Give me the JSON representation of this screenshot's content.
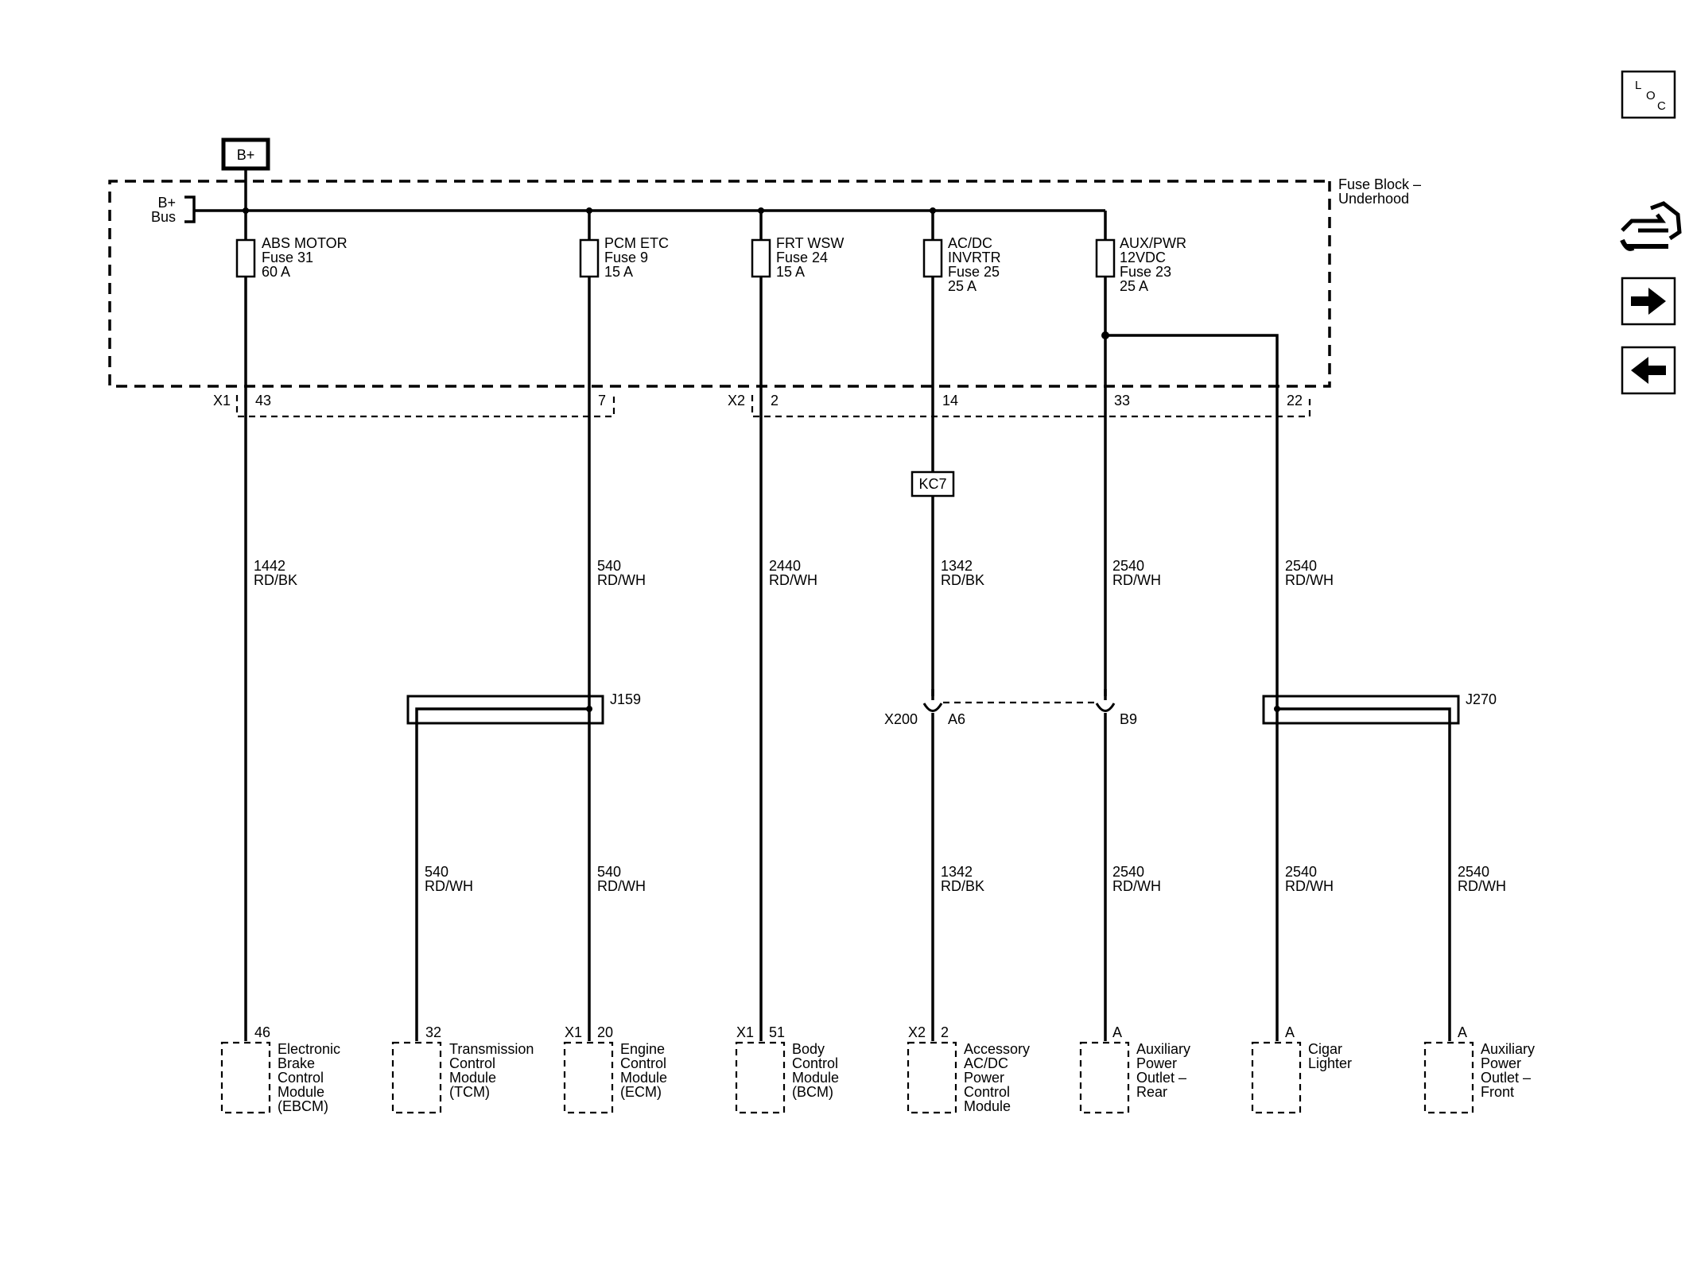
{
  "source": {
    "label": "B+"
  },
  "fuse_block": {
    "name_line1": "Fuse Block –",
    "name_line2": "Underhood",
    "bus_line1": "B+",
    "bus_line2": "Bus"
  },
  "fuses": [
    {
      "line1": "ABS MOTOR",
      "line2": "Fuse 31",
      "line3": "60 A",
      "line4": ""
    },
    {
      "line1": "PCM ETC",
      "line2": "Fuse 9",
      "line3": "15 A",
      "line4": ""
    },
    {
      "line1": "FRT WSW",
      "line2": "Fuse 24",
      "line3": "15 A",
      "line4": ""
    },
    {
      "line1": "AC/DC",
      "line2": "INVRTR",
      "line3": "Fuse 25",
      "line4": "25 A"
    },
    {
      "line1": "AUX/PWR",
      "line2": "12VDC",
      "line3": "Fuse 23",
      "line4": "25 A"
    }
  ],
  "connectors": {
    "x1": "X1",
    "x2": "X2",
    "pin_43": "43",
    "pin_7": "7",
    "pin_2": "2",
    "pin_14": "14",
    "pin_33": "33",
    "pin_22": "22"
  },
  "kc7": "KC7",
  "wires_upper": [
    {
      "num": "1442",
      "color": "RD/BK"
    },
    {
      "num": "540",
      "color": "RD/WH"
    },
    {
      "num": "2440",
      "color": "RD/WH"
    },
    {
      "num": "1342",
      "color": "RD/BK"
    },
    {
      "num": "2540",
      "color": "RD/WH"
    },
    {
      "num": "2540",
      "color": "RD/WH"
    }
  ],
  "splices": {
    "j159": "J159",
    "j270": "J270"
  },
  "inline": {
    "name": "X200",
    "pin_a": "A6",
    "pin_b": "B9"
  },
  "wires_lower": [
    {
      "num": "540",
      "color": "RD/WH"
    },
    {
      "num": "540",
      "color": "RD/WH"
    },
    {
      "num": "1342",
      "color": "RD/BK"
    },
    {
      "num": "2540",
      "color": "RD/WH"
    },
    {
      "num": "2540",
      "color": "RD/WH"
    },
    {
      "num": "2540",
      "color": "RD/WH"
    }
  ],
  "components": [
    {
      "conn": "",
      "pin": "46",
      "lines": [
        "Electronic",
        "Brake",
        "Control",
        "Module",
        "(EBCM)"
      ]
    },
    {
      "conn": "",
      "pin": "32",
      "lines": [
        "Transmission",
        "Control",
        "Module",
        "(TCM)",
        ""
      ]
    },
    {
      "conn": "X1",
      "pin": "20",
      "lines": [
        "Engine",
        "Control",
        "Module",
        "(ECM)",
        ""
      ]
    },
    {
      "conn": "X1",
      "pin": "51",
      "lines": [
        "Body",
        "Control",
        "Module",
        "(BCM)",
        ""
      ]
    },
    {
      "conn": "X2",
      "pin": "2",
      "lines": [
        "Accessory",
        "AC/DC",
        "Power",
        "Control",
        "Module"
      ]
    },
    {
      "conn": "",
      "pin": "A",
      "lines": [
        "Auxiliary",
        "Power",
        "Outlet –",
        "Rear",
        ""
      ]
    },
    {
      "conn": "",
      "pin": "A",
      "lines": [
        "Cigar",
        "Lighter",
        "",
        "",
        ""
      ]
    },
    {
      "conn": "",
      "pin": "A",
      "lines": [
        "Auxiliary",
        "Power",
        "Outlet –",
        "Front",
        ""
      ]
    }
  ],
  "side_nav": {
    "loc_l": "L",
    "loc_o": "O",
    "loc_c": "C"
  }
}
